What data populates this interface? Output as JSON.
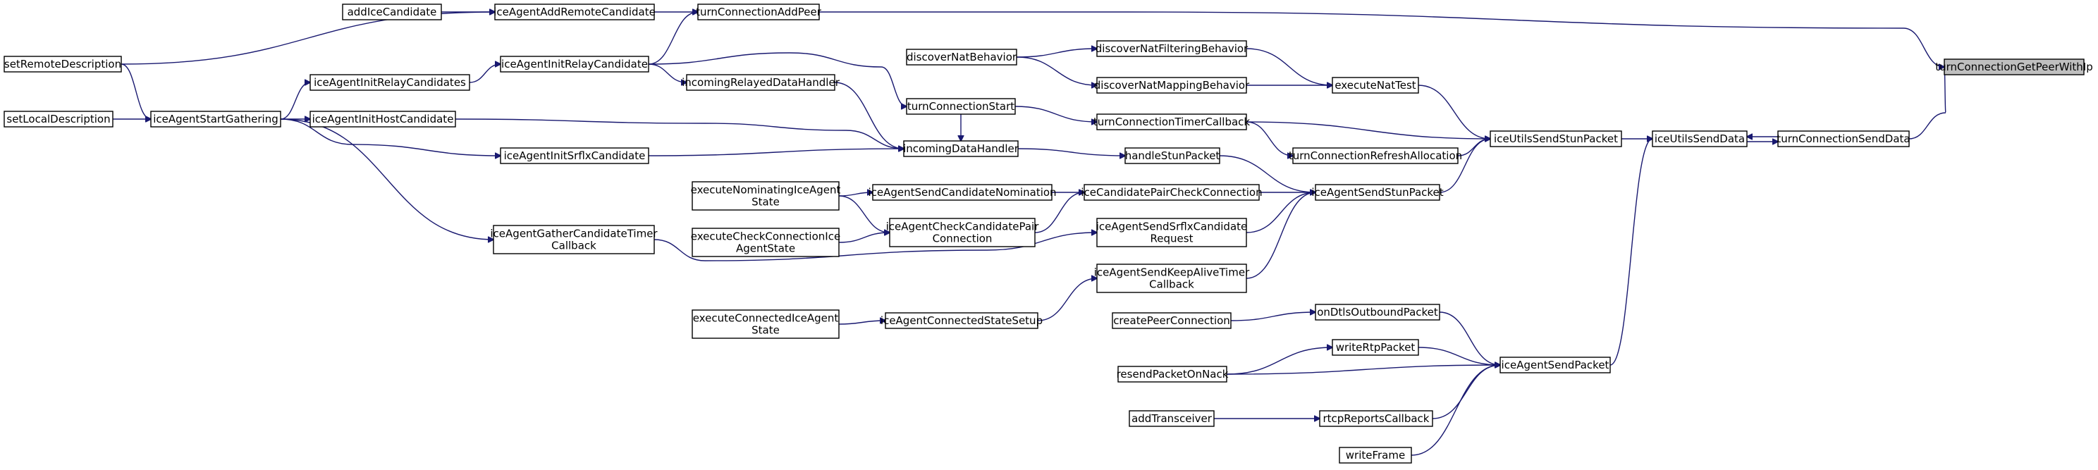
{
  "diagram": {
    "type": "call-graph",
    "root": "turnConnectionGetPeerWithIp",
    "nodes": [
      {
        "id": "turnConnectionGetPeerWithIp",
        "lines": [
          "turnConnectionGetPeerWithIp"
        ],
        "root": true
      },
      {
        "id": "turnConnectionAddPeer",
        "lines": [
          "turnConnectionAddPeer"
        ]
      },
      {
        "id": "turnConnectionSendData",
        "lines": [
          "turnConnectionSendData"
        ]
      },
      {
        "id": "iceAgentAddRemoteCandidate",
        "lines": [
          "iceAgentAddRemoteCandidate"
        ]
      },
      {
        "id": "iceAgentInitRelayCandidate",
        "lines": [
          "iceAgentInitRelayCandidate"
        ]
      },
      {
        "id": "iceUtilsSendData",
        "lines": [
          "iceUtilsSendData"
        ]
      },
      {
        "id": "addIceCandidate",
        "lines": [
          "addIceCandidate"
        ]
      },
      {
        "id": "setRemoteDescription",
        "lines": [
          "setRemoteDescription"
        ]
      },
      {
        "id": "iceAgentInitRelayCandidates",
        "lines": [
          "iceAgentInitRelayCandidates"
        ]
      },
      {
        "id": "iceUtilsSendStunPacket",
        "lines": [
          "iceUtilsSendStunPacket"
        ]
      },
      {
        "id": "iceAgentSendPacket",
        "lines": [
          "iceAgentSendPacket"
        ]
      },
      {
        "id": "iceAgentStartGathering",
        "lines": [
          "iceAgentStartGathering"
        ]
      },
      {
        "id": "executeNatTest",
        "lines": [
          "executeNatTest"
        ]
      },
      {
        "id": "iceAgentSendStunPacket",
        "lines": [
          "iceAgentSendStunPacket"
        ]
      },
      {
        "id": "turnConnectionRefreshAllocation",
        "lines": [
          "turnConnectionRefreshAllocation"
        ]
      },
      {
        "id": "turnConnectionTimerCallback",
        "lines": [
          "turnConnectionTimerCallback"
        ]
      },
      {
        "id": "onDtlsOutboundPacket",
        "lines": [
          "onDtlsOutboundPacket"
        ]
      },
      {
        "id": "resendPacketOnNack",
        "lines": [
          "resendPacketOnNack"
        ]
      },
      {
        "id": "rtcpReportsCallback",
        "lines": [
          "rtcpReportsCallback"
        ]
      },
      {
        "id": "writeFrame",
        "lines": [
          "writeFrame"
        ]
      },
      {
        "id": "writeRtpPacket",
        "lines": [
          "writeRtpPacket"
        ]
      },
      {
        "id": "setLocalDescription",
        "lines": [
          "setLocalDescription"
        ]
      },
      {
        "id": "discoverNatFilteringBehavior",
        "lines": [
          "discoverNatFilteringBehavior"
        ]
      },
      {
        "id": "discoverNatMappingBehavior",
        "lines": [
          "discoverNatMappingBehavior"
        ]
      },
      {
        "id": "handleStunPacket",
        "lines": [
          "handleStunPacket"
        ]
      },
      {
        "id": "iceAgentSendKeepAliveTimerCallback",
        "lines": [
          "iceAgentSendKeepAliveTimer",
          "Callback"
        ]
      },
      {
        "id": "iceAgentSendSrflxCandidateRequest",
        "lines": [
          "iceAgentSendSrflxCandidate",
          "Request"
        ]
      },
      {
        "id": "iceCandidatePairCheckConnection",
        "lines": [
          "iceCandidatePairCheckConnection"
        ]
      },
      {
        "id": "turnConnectionStart",
        "lines": [
          "turnConnectionStart"
        ]
      },
      {
        "id": "createPeerConnection",
        "lines": [
          "createPeerConnection"
        ]
      },
      {
        "id": "addTransceiver",
        "lines": [
          "addTransceiver"
        ]
      },
      {
        "id": "discoverNatBehavior",
        "lines": [
          "discoverNatBehavior"
        ]
      },
      {
        "id": "incomingDataHandler",
        "lines": [
          "incomingDataHandler"
        ]
      },
      {
        "id": "iceAgentConnectedStateSetup",
        "lines": [
          "iceAgentConnectedStateSetup"
        ]
      },
      {
        "id": "iceAgentGatherCandidateTimerCallback",
        "lines": [
          "iceAgentGatherCandidateTimer",
          "Callback"
        ]
      },
      {
        "id": "iceAgentCheckCandidatePairConnection",
        "lines": [
          "iceAgentCheckCandidatePair",
          "Connection"
        ]
      },
      {
        "id": "iceAgentSendCandidateNomination",
        "lines": [
          "iceAgentSendCandidateNomination"
        ]
      },
      {
        "id": "iceAgentInitHostCandidate",
        "lines": [
          "iceAgentInitHostCandidate"
        ]
      },
      {
        "id": "iceAgentInitSrflxCandidate",
        "lines": [
          "iceAgentInitSrflxCandidate"
        ]
      },
      {
        "id": "incomingRelayedDataHandler",
        "lines": [
          "incomingRelayedDataHandler"
        ]
      },
      {
        "id": "executeConnectedIceAgentState",
        "lines": [
          "executeConnectedIceAgent",
          "State"
        ]
      },
      {
        "id": "executeCheckConnectionIceAgentState",
        "lines": [
          "executeCheckConnectionIce",
          "AgentState"
        ]
      },
      {
        "id": "executeNominatingIceAgentState",
        "lines": [
          "executeNominatingIceAgent",
          "State"
        ]
      }
    ],
    "edges": [
      {
        "from": "turnConnectionAddPeer",
        "to": "turnConnectionGetPeerWithIp"
      },
      {
        "from": "turnConnectionSendData",
        "to": "turnConnectionGetPeerWithIp"
      },
      {
        "from": "iceAgentAddRemoteCandidate",
        "to": "turnConnectionAddPeer"
      },
      {
        "from": "iceAgentInitRelayCandidate",
        "to": "turnConnectionAddPeer"
      },
      {
        "from": "iceUtilsSendData",
        "to": "turnConnectionSendData"
      },
      {
        "from": "turnConnectionSendData",
        "to": "iceUtilsSendData"
      },
      {
        "from": "addIceCandidate",
        "to": "iceAgentAddRemoteCandidate"
      },
      {
        "from": "setRemoteDescription",
        "to": "iceAgentAddRemoteCandidate"
      },
      {
        "from": "iceAgentInitRelayCandidates",
        "to": "iceAgentInitRelayCandidate"
      },
      {
        "from": "iceUtilsSendStunPacket",
        "to": "iceUtilsSendData"
      },
      {
        "from": "iceAgentSendPacket",
        "to": "iceUtilsSendData"
      },
      {
        "from": "setRemoteDescription",
        "to": "iceAgentStartGathering"
      },
      {
        "from": "setLocalDescription",
        "to": "iceAgentStartGathering"
      },
      {
        "from": "iceAgentStartGathering",
        "to": "iceAgentInitRelayCandidates"
      },
      {
        "from": "iceAgentStartGathering",
        "to": "iceAgentInitHostCandidate"
      },
      {
        "from": "iceAgentStartGathering",
        "to": "iceAgentInitSrflxCandidate"
      },
      {
        "from": "iceAgentStartGathering",
        "to": "iceAgentGatherCandidateTimerCallback"
      },
      {
        "from": "executeNatTest",
        "to": "iceUtilsSendStunPacket"
      },
      {
        "from": "iceAgentSendStunPacket",
        "to": "iceUtilsSendStunPacket"
      },
      {
        "from": "turnConnectionRefreshAllocation",
        "to": "iceUtilsSendStunPacket"
      },
      {
        "from": "turnConnectionTimerCallback",
        "to": "iceUtilsSendStunPacket"
      },
      {
        "from": "turnConnectionTimerCallback",
        "to": "turnConnectionRefreshAllocation"
      },
      {
        "from": "onDtlsOutboundPacket",
        "to": "iceAgentSendPacket"
      },
      {
        "from": "resendPacketOnNack",
        "to": "iceAgentSendPacket"
      },
      {
        "from": "rtcpReportsCallback",
        "to": "iceAgentSendPacket"
      },
      {
        "from": "writeFrame",
        "to": "iceAgentSendPacket"
      },
      {
        "from": "writeRtpPacket",
        "to": "iceAgentSendPacket"
      },
      {
        "from": "discoverNatFilteringBehavior",
        "to": "executeNatTest"
      },
      {
        "from": "discoverNatMappingBehavior",
        "to": "executeNatTest"
      },
      {
        "from": "handleStunPacket",
        "to": "iceAgentSendStunPacket"
      },
      {
        "from": "iceAgentSendKeepAliveTimerCallback",
        "to": "iceAgentSendStunPacket"
      },
      {
        "from": "iceAgentSendSrflxCandidateRequest",
        "to": "iceAgentSendStunPacket"
      },
      {
        "from": "iceCandidatePairCheckConnection",
        "to": "iceAgentSendStunPacket"
      },
      {
        "from": "turnConnectionStart",
        "to": "turnConnectionTimerCallback"
      },
      {
        "from": "createPeerConnection",
        "to": "onDtlsOutboundPacket"
      },
      {
        "from": "addTransceiver",
        "to": "rtcpReportsCallback"
      },
      {
        "from": "resendPacketOnNack",
        "to": "writeRtpPacket"
      },
      {
        "from": "discoverNatBehavior",
        "to": "discoverNatFilteringBehavior"
      },
      {
        "from": "discoverNatBehavior",
        "to": "discoverNatMappingBehavior"
      },
      {
        "from": "incomingDataHandler",
        "to": "handleStunPacket"
      },
      {
        "from": "iceAgentConnectedStateSetup",
        "to": "iceAgentSendKeepAliveTimerCallback"
      },
      {
        "from": "iceAgentGatherCandidateTimerCallback",
        "to": "iceAgentSendSrflxCandidateRequest"
      },
      {
        "from": "iceAgentCheckCandidatePairConnection",
        "to": "iceCandidatePairCheckConnection"
      },
      {
        "from": "iceAgentSendCandidateNomination",
        "to": "iceCandidatePairCheckConnection"
      },
      {
        "from": "iceAgentInitRelayCandidate",
        "to": "turnConnectionStart"
      },
      {
        "from": "iceAgentInitHostCandidate",
        "to": "incomingDataHandler"
      },
      {
        "from": "iceAgentInitSrflxCandidate",
        "to": "incomingDataHandler"
      },
      {
        "from": "incomingRelayedDataHandler",
        "to": "incomingDataHandler"
      },
      {
        "from": "turnConnectionStart",
        "to": "incomingDataHandler"
      },
      {
        "from": "executeConnectedIceAgentState",
        "to": "iceAgentConnectedStateSetup"
      },
      {
        "from": "executeCheckConnectionIceAgentState",
        "to": "iceAgentCheckCandidatePairConnection"
      },
      {
        "from": "executeNominatingIceAgentState",
        "to": "iceAgentCheckCandidatePairConnection"
      },
      {
        "from": "executeNominatingIceAgentState",
        "to": "iceAgentSendCandidateNomination"
      },
      {
        "from": "iceAgentInitRelayCandidate",
        "to": "incomingRelayedDataHandler"
      }
    ]
  }
}
